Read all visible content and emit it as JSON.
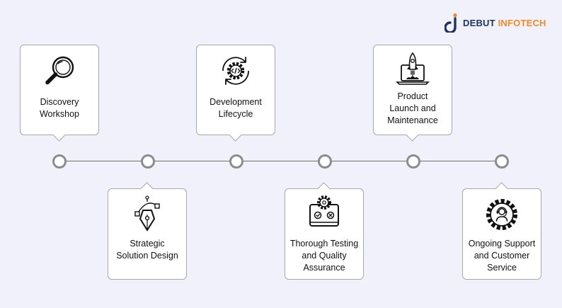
{
  "brand": {
    "word1": "DEBUT",
    "word2": "INFOTECH",
    "primary_color": "#1f3560",
    "accent_color": "#f08a24"
  },
  "steps": [
    {
      "lines": [
        "Discovery",
        "Workshop"
      ],
      "icon": "magnifier-icon",
      "position": "top"
    },
    {
      "lines": [
        "Strategic",
        "Solution Design"
      ],
      "icon": "pen-tool-icon",
      "position": "bottom"
    },
    {
      "lines": [
        "Development",
        "Lifecycle"
      ],
      "icon": "code-gear-icon",
      "position": "top"
    },
    {
      "lines": [
        "Thorough Testing",
        "and Quality",
        "Assurance"
      ],
      "icon": "testing-laptop-icon",
      "position": "bottom"
    },
    {
      "lines": [
        "Product",
        "Launch and",
        "Maintenance"
      ],
      "icon": "rocket-laptop-icon",
      "position": "top"
    },
    {
      "lines": [
        "Ongoing Support",
        "and Customer",
        "Service"
      ],
      "icon": "support-gear-icon",
      "position": "bottom"
    }
  ]
}
